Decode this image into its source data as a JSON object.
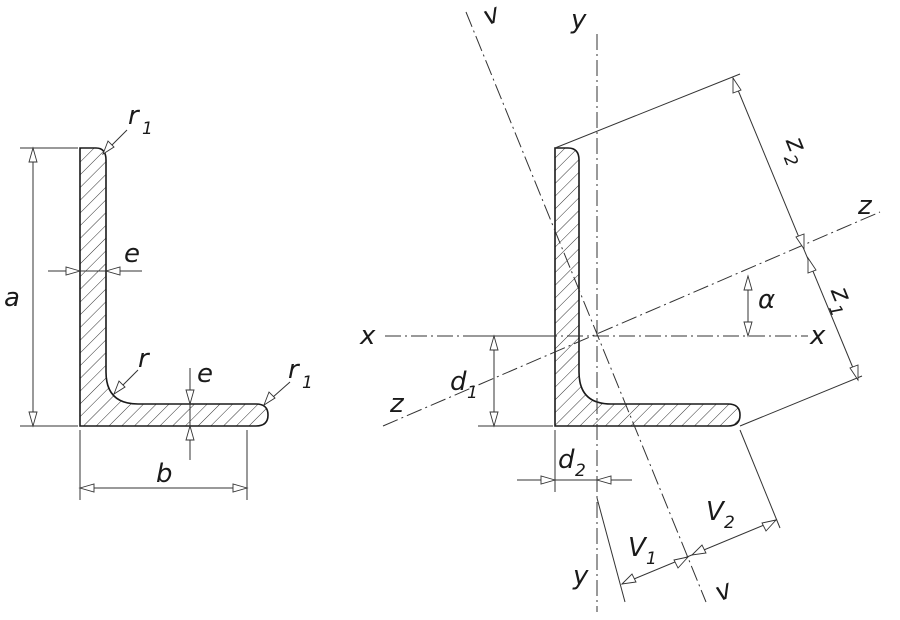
{
  "left_view": {
    "dim_a": "a",
    "dim_b": "b",
    "dim_e_web": "e",
    "dim_e_flange": "e",
    "radius_r": "r",
    "radius_r1_top": "r",
    "radius_r1_top_sub": "1",
    "radius_r1_toe": "r",
    "radius_r1_toe_sub": "1"
  },
  "right_view": {
    "axis_x_left": "x",
    "axis_x_right": "x",
    "axis_y_top": "y",
    "axis_y_bottom": "y",
    "axis_z_left": "z",
    "axis_z_right": "z",
    "axis_v_top": "v",
    "axis_v_bottom": "v",
    "angle_alpha": "α",
    "dim_d1": "d",
    "dim_d1_sub": "1",
    "dim_d2": "d",
    "dim_d2_sub": "2",
    "dim_z1": "z",
    "dim_z1_sub": "1",
    "dim_z2": "z",
    "dim_z2_sub": "2",
    "dim_v1": "V",
    "dim_v1_sub": "1",
    "dim_v2": "V",
    "dim_v2_sub": "2"
  }
}
